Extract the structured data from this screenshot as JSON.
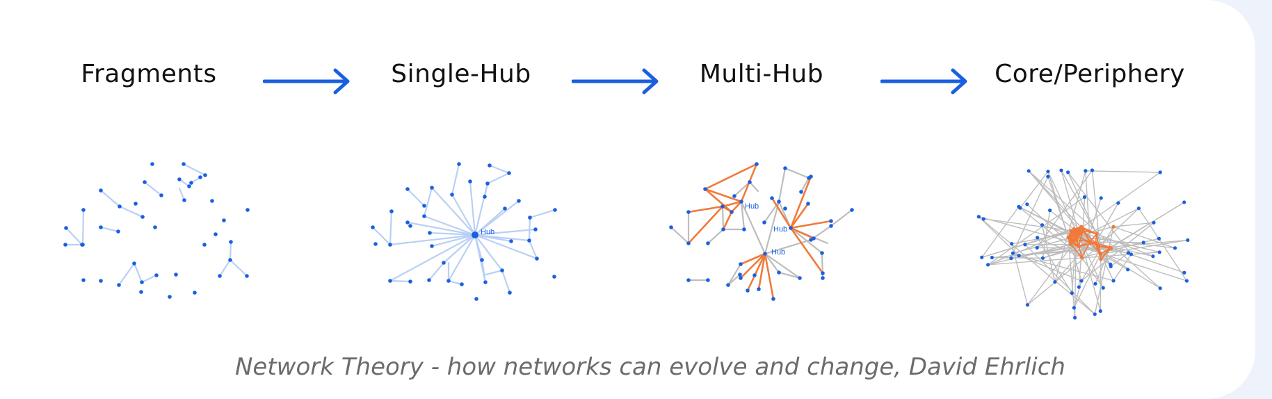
{
  "stages": [
    {
      "title": "Fragments"
    },
    {
      "title": "Single-Hub",
      "hub_labels": [
        "Hub"
      ]
    },
    {
      "title": "Multi-Hub",
      "hub_labels": [
        "Hub",
        "Hub",
        "Hub"
      ]
    },
    {
      "title": "Core/Periphery"
    }
  ],
  "caption": "Network Theory - how networks can evolve and change, David Ehrlich",
  "colors": {
    "node": "#1a5fe0",
    "edge_light": "#b9d0f5",
    "edge_gray": "#bdbdbd",
    "edge_orange": "#f07a3a",
    "arrow": "#1a5fe0",
    "hub_label": "#1a5fe0"
  },
  "icons": [
    "right-arrow-icon"
  ]
}
